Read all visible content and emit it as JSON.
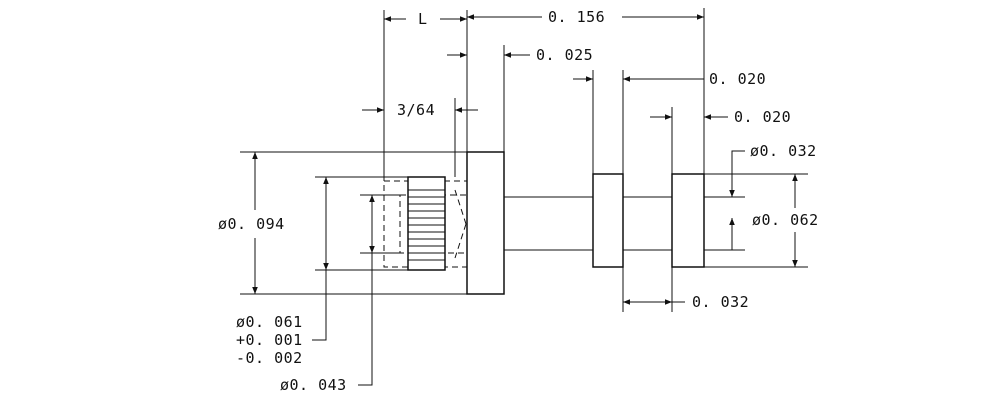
{
  "drawing": {
    "colors": {
      "ink": "#111111",
      "paper": "#ffffff"
    },
    "labels": {
      "L": "L",
      "len_0156": "0. 156",
      "len_0025": "0. 025",
      "len_0020_top": "0. 020",
      "len_0020_mid": "0. 020",
      "frac_3_64": "3/64",
      "dia_0032": "ø0. 032",
      "dia_0062": "ø0. 062",
      "dia_0094": "ø0. 094",
      "len_0032_bottom": "0. 032",
      "dia_0061": "ø0. 061",
      "tol_plus": "+0. 001",
      "tol_minus": "-0. 002",
      "dia_0043": "ø0. 043"
    }
  }
}
